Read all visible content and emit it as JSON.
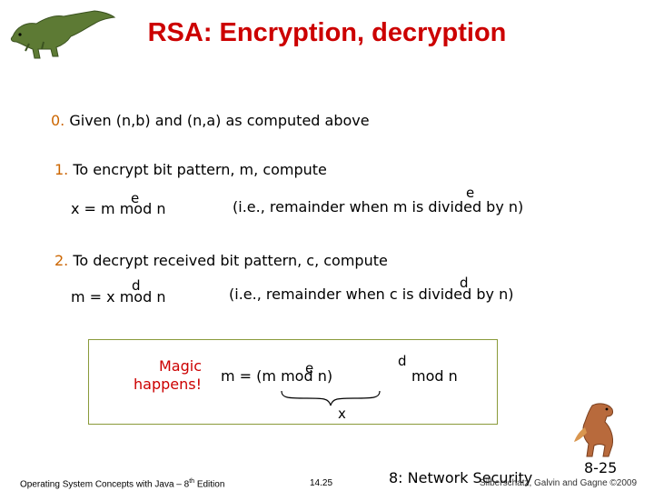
{
  "title": "RSA: Encryption, decryption",
  "step0": {
    "num": "0.",
    "text": "Given (n,b) and (n,a) as computed above"
  },
  "step1": {
    "num": "1.",
    "text": "To encrypt bit pattern, m, compute",
    "formula": "x = m  mod  n",
    "exp": "e",
    "note": "(i.e., remainder when m   is divided by n)",
    "note_exp": "e"
  },
  "step2": {
    "num": "2.",
    "text": "To decrypt received bit pattern, c, compute",
    "formula": "m = x  mod  n",
    "exp": "d",
    "note": "(i.e., remainder when c  is divided by n)",
    "note_exp": "d"
  },
  "magic": {
    "line1": "Magic",
    "line2": "happens!",
    "formula": "m = (m  mod  n)",
    "inner_exp": "e",
    "outer_exp": "d",
    "tail": "mod  n",
    "brace_label": "x"
  },
  "footer": {
    "book": "Operating System Concepts  with Java – 8",
    "book_sup": "th",
    "book_end": " Edition",
    "page": "14.25",
    "chapter": "8: Network Security",
    "slide": "8-25",
    "copyright": "Silberschatz, Galvin and Gagne ©2009"
  },
  "colors": {
    "title": "#cc0000",
    "step_number": "#cc6600",
    "magic": "#cc0000",
    "box_border": "#8a9a3a"
  }
}
